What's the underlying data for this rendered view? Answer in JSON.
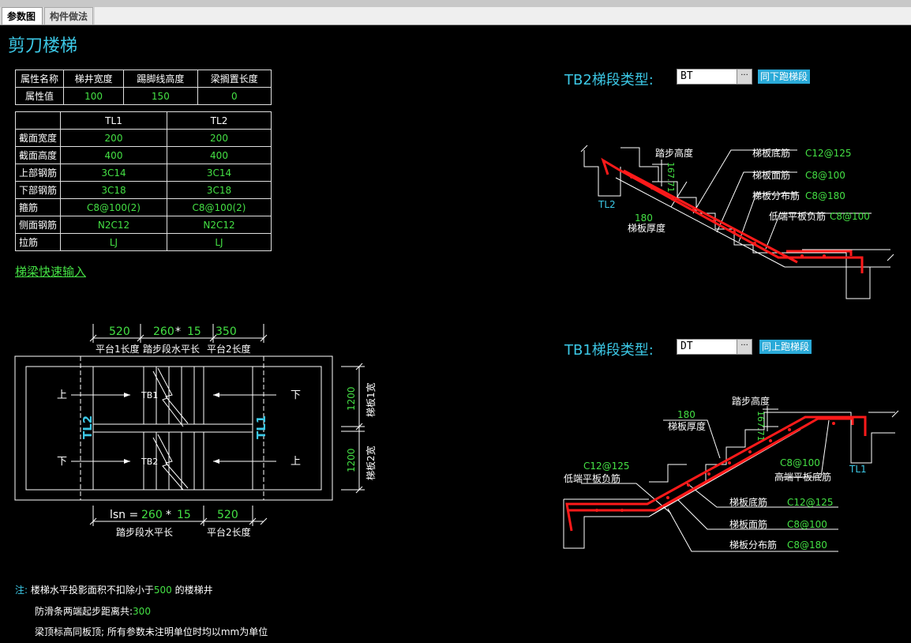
{
  "tabs": [
    "参数图",
    "构件做法"
  ],
  "title": "剪刀楼梯",
  "attr_table": {
    "row1": [
      "属性名称",
      "梯井宽度",
      "踢脚线高度",
      "梁搁置长度"
    ],
    "row2": [
      "属性值",
      "100",
      "150",
      "0"
    ]
  },
  "beam_table": {
    "headers": [
      "",
      "TL1",
      "TL2"
    ],
    "rows": [
      [
        "截面宽度",
        "200",
        "200"
      ],
      [
        "截面高度",
        "400",
        "400"
      ],
      [
        "上部钢筋",
        "3C14",
        "3C14"
      ],
      [
        "下部钢筋",
        "3C18",
        "3C18"
      ],
      [
        "箍筋",
        "C8@100(2)",
        "C8@100(2)"
      ],
      [
        "侧面钢筋",
        "N2C12",
        "N2C12"
      ],
      [
        "拉筋",
        "LJ",
        "LJ"
      ]
    ]
  },
  "quick_input_link": "梯梁快速输入",
  "tb2": {
    "label": "TB2梯段类型:",
    "value": "BT",
    "btn": "···",
    "action": "同下跑梯段"
  },
  "tb1": {
    "label": "TB1梯段类型:",
    "value": "DT",
    "btn": "···",
    "action": "同上跑梯段"
  },
  "plan": {
    "dim_520_top": "520",
    "dim_260": "260",
    "star": "*",
    "dim_15": "15",
    "dim_350": "350",
    "lbl_platform1": "平台1长度",
    "lbl_tread_len": "踏步段水平长",
    "lbl_platform2": "平台2长度",
    "up": "上",
    "down": "下",
    "tb1": "TB1",
    "tb2": "TB2",
    "tl1": "TL1",
    "tl2": "TL2",
    "dim_1200": "1200",
    "lbl_w1": "梯板1宽",
    "lbl_w2": "梯板2宽",
    "lsn": "lsn =",
    "dim_520_bottom": "520",
    "lbl_tread_len2": "踏步段水平长",
    "lbl_platform2b": "平台2长度"
  },
  "tb2_detail": {
    "step_height": "踏步高度",
    "step_val": "167.71",
    "bottom_bar": "梯板底筋",
    "bottom_bar_val": "C12@125",
    "top_bar": "梯板面筋",
    "top_bar_val": "C8@100",
    "dist_bar": "梯板分布筋",
    "dist_bar_val": "C8@180",
    "low_neg": "低端平板负筋",
    "low_neg_val": "C8@100",
    "tl2": "TL2",
    "thick_val": "180",
    "thick": "梯板厚度"
  },
  "tb1_detail": {
    "step_height": "踏步高度",
    "step_val": "167.71",
    "thick_val": "180",
    "thick": "梯板厚度",
    "low_neg_val": "C12@125",
    "low_neg": "低端平板负筋",
    "high_bar_val": "C8@100",
    "high_bar": "高端平板底筋",
    "tl1": "TL1",
    "bottom_bar": "梯板底筋",
    "bottom_bar_val": "C12@125",
    "top_bar": "梯板面筋",
    "top_bar_val": "C8@100",
    "dist_bar": "梯板分布筋",
    "dist_bar_val": "C8@180"
  },
  "notes": {
    "prefix": "注:",
    "n1a": "楼梯水平投影面积不扣除小于",
    "n1b": "500",
    "n1c": "的楼梯井",
    "n2a": "防滑条两端起步距离共:",
    "n2b": "300",
    "n3": "梁顶标高同板顶; 所有参数未注明单位时均以mm为单位"
  },
  "colors": {
    "cyan": "#3cc8e6",
    "green": "#44e044",
    "red": "#ff1a1a",
    "white": "#ffffff"
  }
}
